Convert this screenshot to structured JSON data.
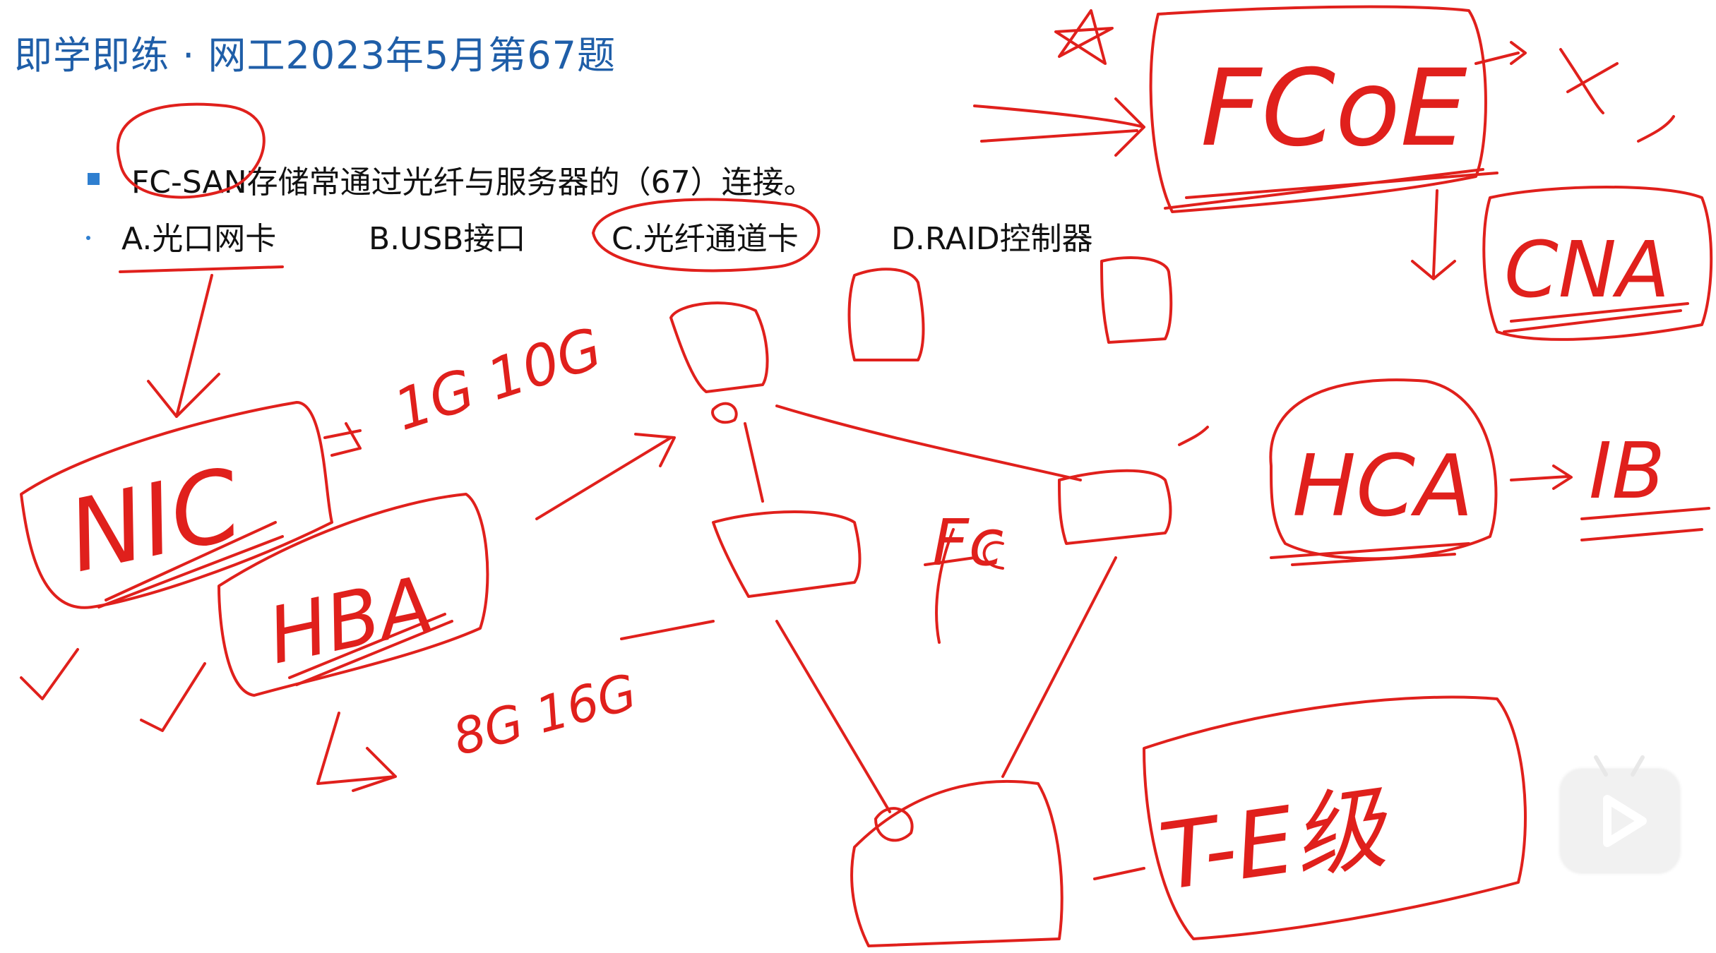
{
  "slide": {
    "title": "即学即练 · 网工2023年5月第67题",
    "question": "FC-SAN存储常通过光纤与服务器的（67）连接。",
    "options": {
      "a": "A.光口网卡",
      "b": "B.USB接口",
      "c": "C.光纤通道卡",
      "d": "D.RAID控制器"
    }
  },
  "annotations": {
    "fcoe": "FCoE",
    "cna": "CNA",
    "nic": "NIC",
    "hba": "HBA",
    "hca": "HCA",
    "ib": "IB",
    "fc": "Fc",
    "speed_nic": "1G 10G",
    "speed_hba": "8G 16G",
    "t": "T-E级",
    "star": "☆",
    "checks": "✓ ✓"
  },
  "colors": {
    "title": "#1f5ea8",
    "bullet": "#2f7fd0",
    "ink": "#e0201c"
  },
  "icons": [
    "square-bullet-icon",
    "dot-bullet-icon",
    "play-icon"
  ]
}
